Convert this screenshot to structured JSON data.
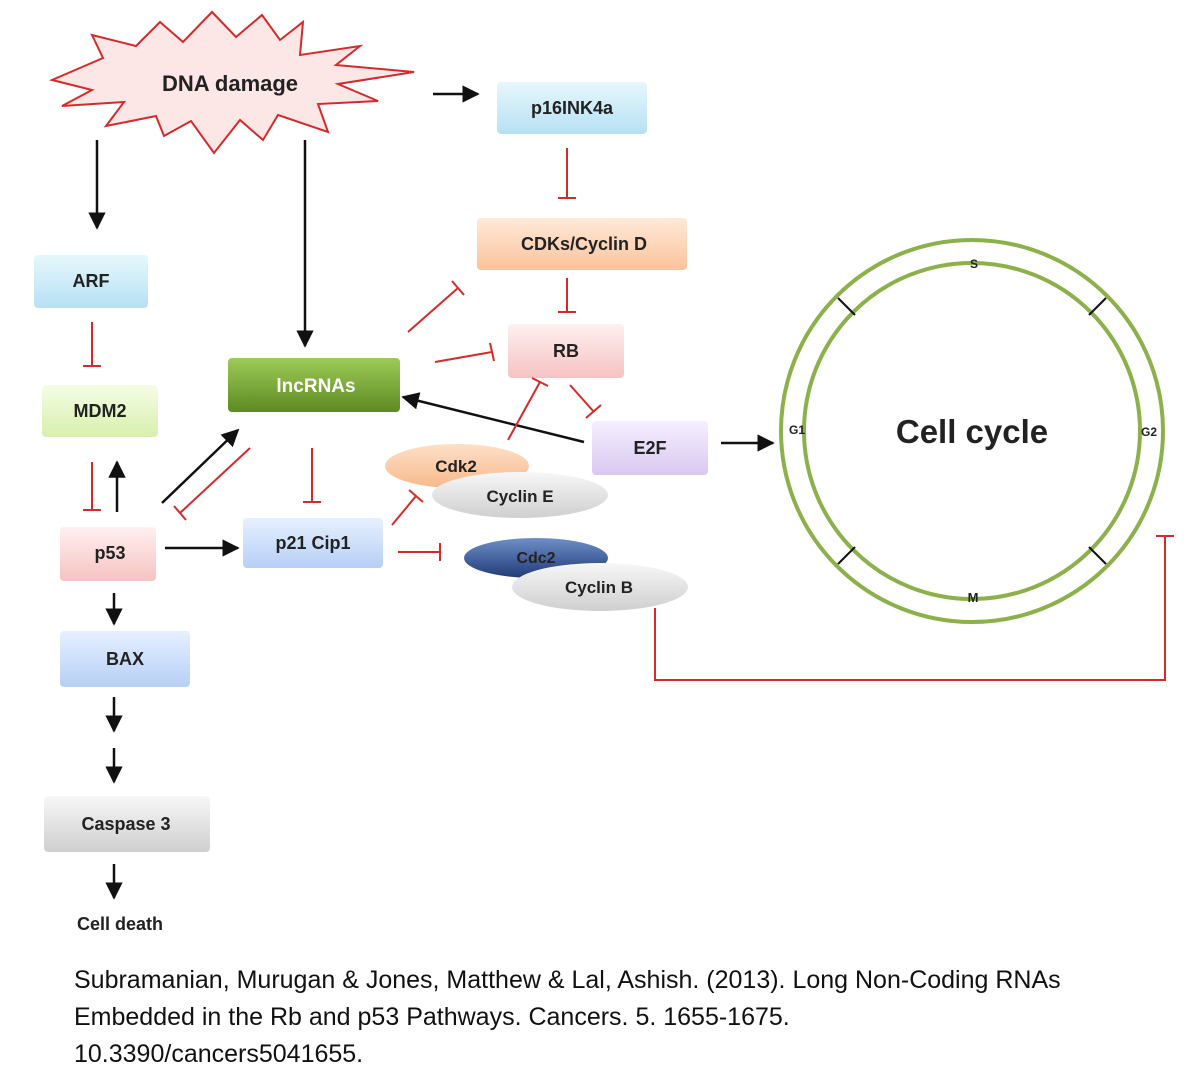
{
  "nodes": {
    "dna_damage": "DNA damage",
    "p16": "p16INK4a",
    "cdks_cyclin_d": "CDKs/Cyclin D",
    "rb": "RB",
    "arf": "ARF",
    "mdm2": "MDM2",
    "p53": "p53",
    "lncrnas": "lncRNAs",
    "e2f": "E2F",
    "p21": "p21 Cip1",
    "cdk2": "Cdk2",
    "cyclin_e": "Cyclin E",
    "cdc2": "Cdc2",
    "cyclin_b": "Cyclin B",
    "bax": "BAX",
    "caspase3": "Caspase 3",
    "cell_death": "Cell death"
  },
  "cell_cycle": {
    "title": "Cell cycle",
    "phases": {
      "s": "S",
      "g1": "G1",
      "g2": "G2",
      "m": "M"
    }
  },
  "colors": {
    "activation_arrow": "#111111",
    "inhibition": "#d42a2a",
    "cycle_ring": "#8cb04a",
    "dna_damage_fill": "#fde6e6",
    "lncrnas_fill": "#6c9a2c"
  },
  "citation": {
    "line1": "Subramanian, Murugan & Jones, Matthew & Lal, Ashish. (2013). Long Non-Coding RNAs",
    "line2": "Embedded in the Rb and p53 Pathways. Cancers. 5. 1655-1675.",
    "line3": "10.3390/cancers5041655."
  }
}
